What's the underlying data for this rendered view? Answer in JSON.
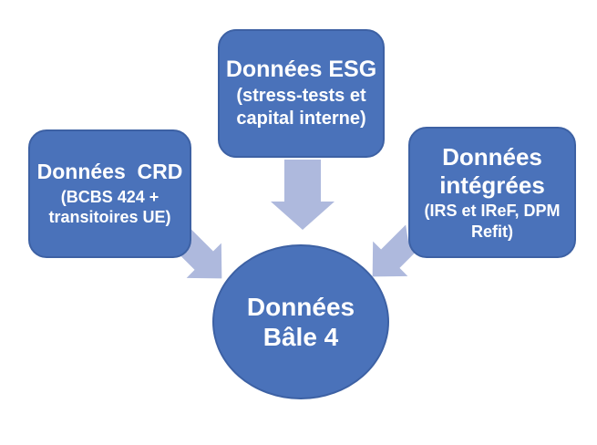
{
  "colors": {
    "background": "#ffffff",
    "shape_fill": "#4a72ba",
    "shape_border": "#3d61a4",
    "arrow_fill": "#aeb9dd",
    "text_color": "#ffffff"
  },
  "boxes": {
    "esg": {
      "title": "Données ESG",
      "subtitle": "(stress-tests et\ncapital interne)"
    },
    "crd": {
      "title": "Données  CRD",
      "subtitle": "(BCBS 424 +\ntransitoires UE)"
    },
    "integrees": {
      "title": "Données\nintégrées",
      "subtitle": "(IRS et IReF, DPM\nRefit)"
    }
  },
  "center_circle": {
    "title": "Données\nBâle 4"
  },
  "arrows": [
    {
      "name": "arrow-esg-to-bale4",
      "direction": "down"
    },
    {
      "name": "arrow-crd-to-bale4",
      "direction": "down-right"
    },
    {
      "name": "arrow-integrees-to-bale4",
      "direction": "down-left"
    }
  ]
}
